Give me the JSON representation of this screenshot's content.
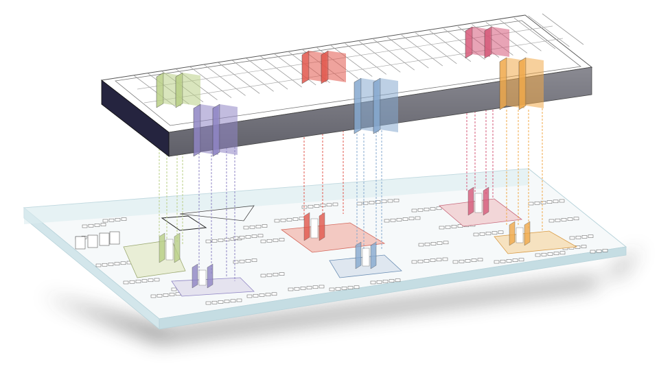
{
  "diagram": {
    "kind": "exploded-axonometric-floor-plan",
    "levels": [
      "roof-structure",
      "floor-plan"
    ],
    "zone_colors": {
      "green": "#b9cf86",
      "purple": "#8f85c4",
      "red": "#e2574c",
      "blue": "#86a9cf",
      "pink": "#d65a7a",
      "orange": "#f0a94a"
    },
    "roof_colors": {
      "side": "#7a7a82",
      "end": "#2b2a4a",
      "top": "#fdfdfd",
      "edge": "#555555"
    },
    "floor_colors": {
      "slab": "#dfeef2",
      "top": "#f4f8f9",
      "edge": "#b8d3da",
      "shadow": "#4a4a4a"
    }
  }
}
